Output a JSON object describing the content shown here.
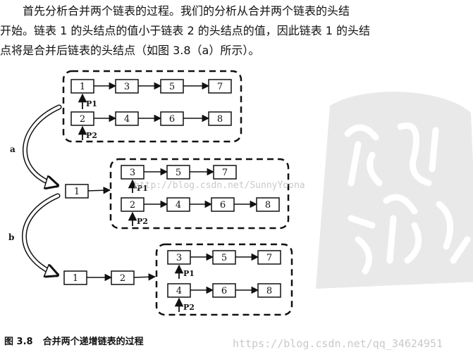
{
  "paragraph": {
    "lines": [
      "首先分析合并两个链表的过程。我们的分析从合并两个链表的头结",
      "开始。链表 1 的头结点的值小于链表 2 的头结点的值，因此链表 1 的头结",
      "点将是合并后链表的头结点（如图 3.8（a）所示）。"
    ]
  },
  "diagram": {
    "stage1": {
      "list1": [
        "1",
        "3",
        "5",
        "7"
      ],
      "list2": [
        "2",
        "4",
        "6",
        "8"
      ],
      "p1": "P1",
      "p2": "P2"
    },
    "step_a": "a",
    "stage2": {
      "merged": [
        "1"
      ],
      "list1": [
        "3",
        "5",
        "7"
      ],
      "list2": [
        "2",
        "4",
        "6",
        "8"
      ],
      "p1": "P1",
      "p2": "P2"
    },
    "step_b": "b",
    "stage3": {
      "merged": [
        "1",
        "2"
      ],
      "list1": [
        "3",
        "5",
        "7"
      ],
      "list2": [
        "4",
        "6",
        "8"
      ],
      "p1": "P1",
      "p2": "P2"
    }
  },
  "watermarks": {
    "inline": "http://blog.csdn.net/SunnyYoona",
    "corner": "https://blog.csdn.net/qq_34624951"
  },
  "caption": {
    "number": "图 3.8",
    "title": "合并两个递增链表的过程"
  }
}
